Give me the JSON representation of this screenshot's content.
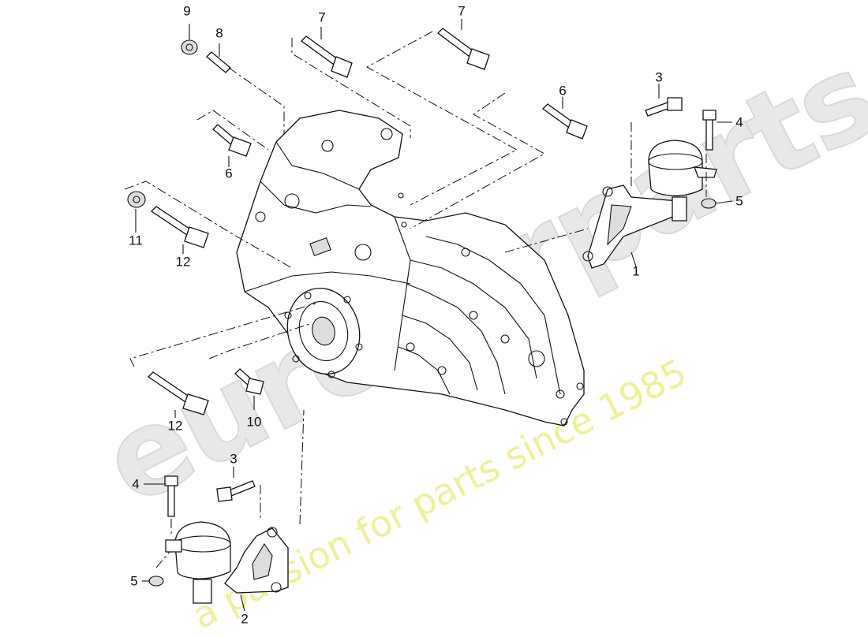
{
  "watermark": {
    "logo": "eurocarparts",
    "slogan": "a passion for parts since 1985"
  },
  "callouts": [
    {
      "id": "9",
      "label": "9"
    },
    {
      "id": "8",
      "label": "8"
    },
    {
      "id": "7a",
      "label": "7"
    },
    {
      "id": "7b",
      "label": "7"
    },
    {
      "id": "6a",
      "label": "6"
    },
    {
      "id": "6b",
      "label": "6"
    },
    {
      "id": "3a",
      "label": "3"
    },
    {
      "id": "4a",
      "label": "4"
    },
    {
      "id": "5a",
      "label": "5"
    },
    {
      "id": "1",
      "label": "1"
    },
    {
      "id": "11",
      "label": "11"
    },
    {
      "id": "12a",
      "label": "12"
    },
    {
      "id": "12b",
      "label": "12"
    },
    {
      "id": "10",
      "label": "10"
    },
    {
      "id": "3b",
      "label": "3"
    },
    {
      "id": "4b",
      "label": "4"
    },
    {
      "id": "5b",
      "label": "5"
    },
    {
      "id": "2",
      "label": "2"
    }
  ]
}
